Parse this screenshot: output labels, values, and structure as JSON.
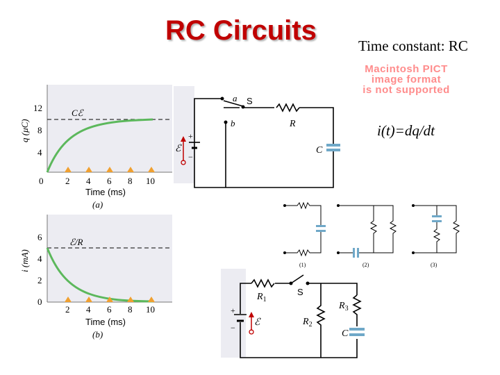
{
  "title": "RC Circuits",
  "time_constant": "Time constant: RC",
  "pict_placeholder": {
    "line1": "Macintosh PICT",
    "line2": "image format",
    "line3": "is not supported"
  },
  "equation": "i(t)=dq/dt",
  "graph_a": {
    "ylabel": "q (μC)",
    "xlabel": "Time (ms)",
    "caption": "(a)",
    "asymptote_label": "Cℰ",
    "y_ticks": [
      "12",
      "8",
      "4"
    ],
    "x_ticks": [
      "0",
      "2",
      "4",
      "6",
      "8",
      "10"
    ]
  },
  "graph_b": {
    "ylabel": "i (mA)",
    "xlabel": "Time (ms)",
    "caption": "(b)",
    "asymptote_label": "ℰ/R",
    "y_ticks": [
      "6",
      "4",
      "2",
      "0"
    ],
    "x_ticks": [
      "2",
      "4",
      "6",
      "8",
      "10"
    ]
  },
  "circuit_top": {
    "a": "a",
    "b": "b",
    "switch": "S",
    "resistor": "R",
    "capacitor": "C",
    "emf": "ℰ",
    "plus": "+",
    "minus": "−"
  },
  "small_circuits": {
    "labels": [
      "(1)",
      "(2)",
      "(3)"
    ]
  },
  "circuit_bottom": {
    "r1": "R",
    "r1_sub": "1",
    "r2": "R",
    "r2_sub": "2",
    "r3": "R",
    "r3_sub": "3",
    "switch": "S",
    "capacitor": "C",
    "emf": "ℰ",
    "plus": "+",
    "minus": "−"
  },
  "colors": {
    "title": "#c00000",
    "curve": "#5cb85c",
    "panel": "#ececf2",
    "triangle": "#f0a030",
    "capacitor": "#6fa8c8",
    "pict": "#ff8c8c"
  }
}
